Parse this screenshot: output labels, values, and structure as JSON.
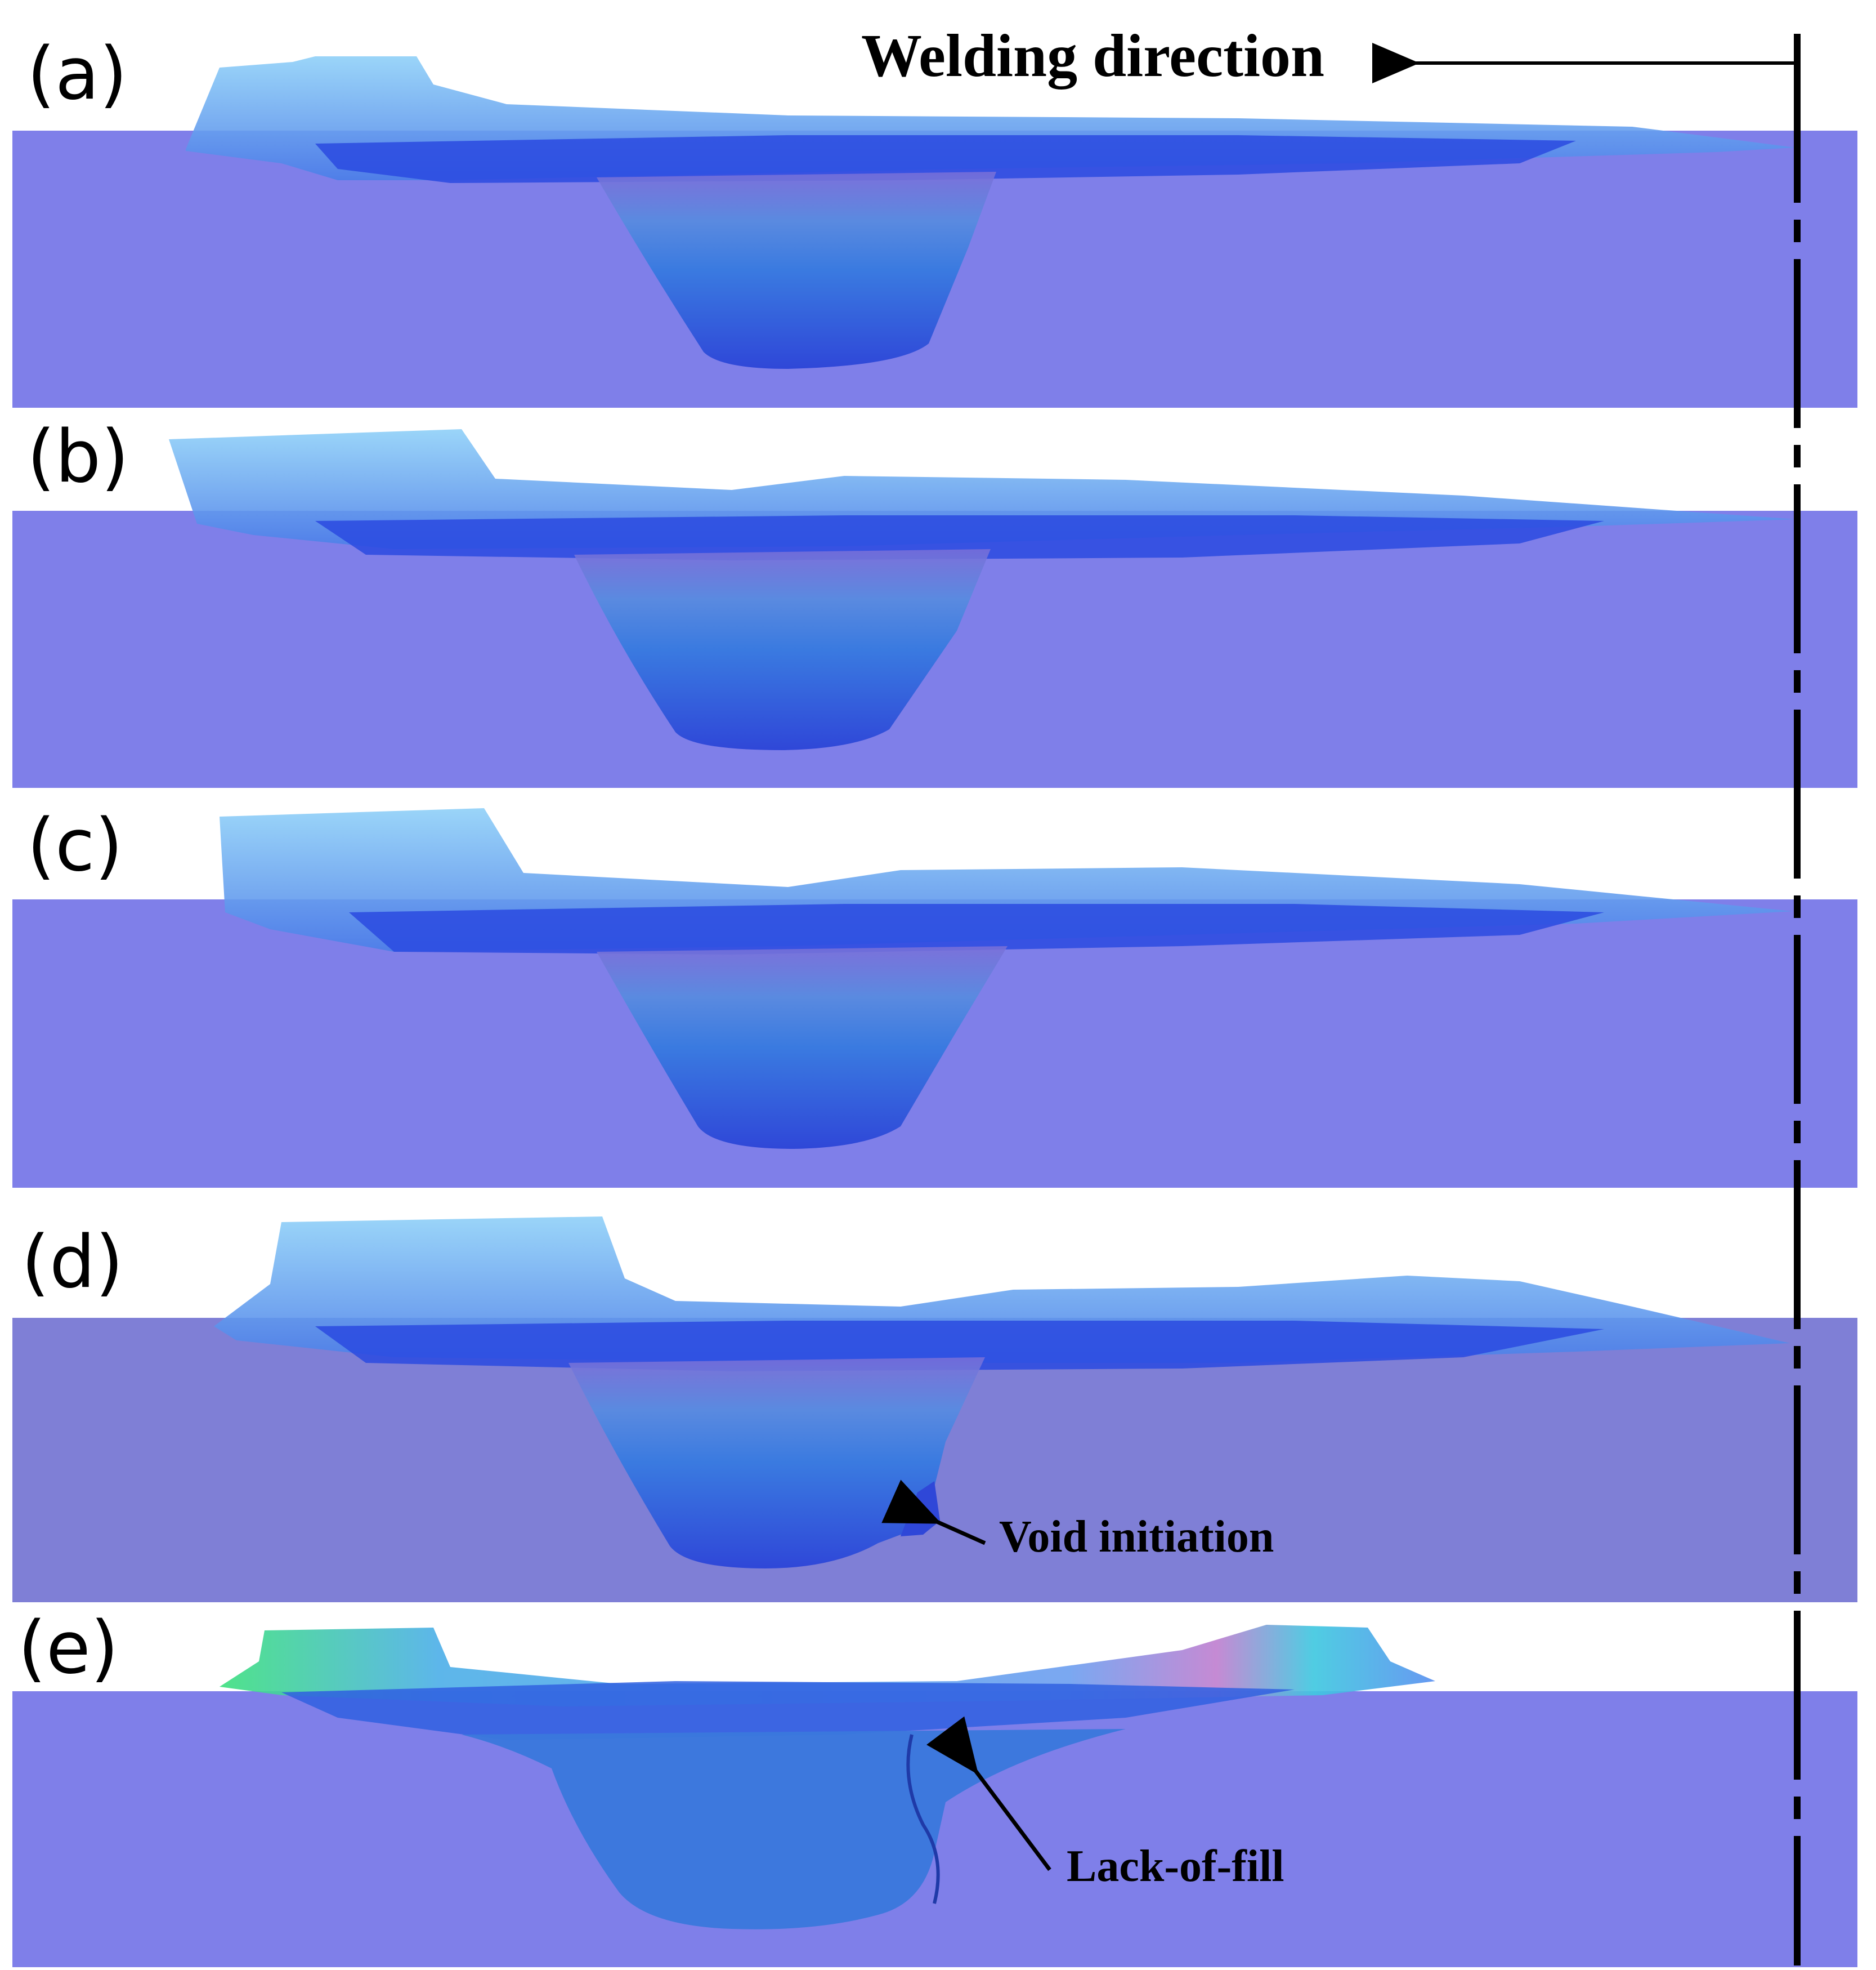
{
  "figure": {
    "header": {
      "direction_label": "Welding direction"
    },
    "panels": [
      {
        "id": "a",
        "label": "(a)",
        "annotation": ""
      },
      {
        "id": "b",
        "label": "(b)",
        "annotation": ""
      },
      {
        "id": "c",
        "label": "(c)",
        "annotation": ""
      },
      {
        "id": "d",
        "label": "(d)",
        "annotation": "Void initiation"
      },
      {
        "id": "e",
        "label": "(e)",
        "annotation": "Lack-of-fill"
      }
    ]
  },
  "colors": {
    "plate": "#7f7fe9",
    "plate_d": "#7f7fd6",
    "deep_blue": "#2a3fd8",
    "mid_blue": "#3a6fe0",
    "cyan": "#6ab0f0",
    "green": "#40e080",
    "ink": "#000000"
  }
}
